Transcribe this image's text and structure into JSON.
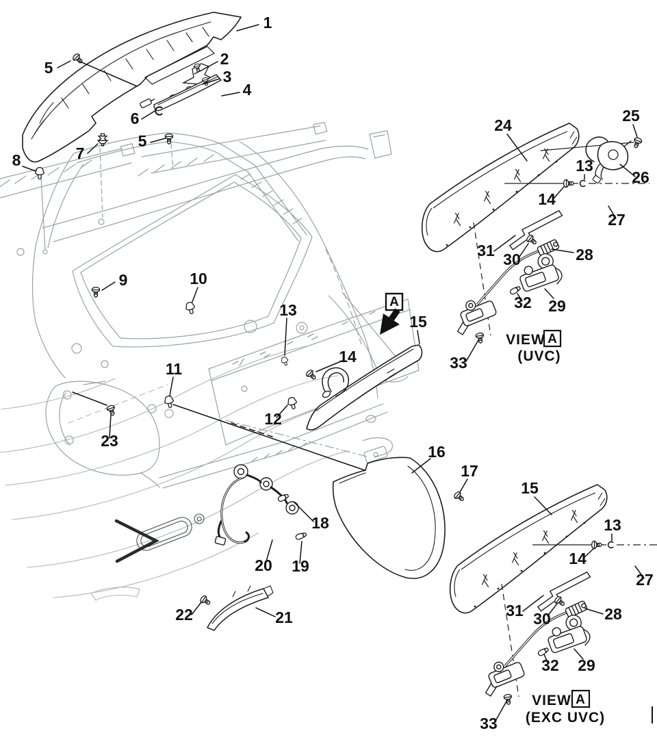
{
  "colors": {
    "ink": "#1c1c1c",
    "vehicle_line": "#9aa0a4",
    "bumper_line": "#b0b4b6",
    "leader": "#111111",
    "background": "#ffffff"
  },
  "callouts": [
    {
      "label": "1"
    },
    {
      "label": "2"
    },
    {
      "label": "3"
    },
    {
      "label": "4"
    },
    {
      "label": "5"
    },
    {
      "label": "5"
    },
    {
      "label": "6"
    },
    {
      "label": "7"
    },
    {
      "label": "8"
    },
    {
      "label": "9"
    },
    {
      "label": "10"
    },
    {
      "label": "11"
    },
    {
      "label": "12"
    },
    {
      "label": "13"
    },
    {
      "label": "14"
    },
    {
      "label": "15"
    },
    {
      "label": "16"
    },
    {
      "label": "17"
    },
    {
      "label": "18"
    },
    {
      "label": "19"
    },
    {
      "label": "20"
    },
    {
      "label": "21"
    },
    {
      "label": "22"
    },
    {
      "label": "23"
    },
    {
      "label": "24"
    },
    {
      "label": "25"
    },
    {
      "label": "26"
    },
    {
      "label": "13"
    },
    {
      "label": "14"
    },
    {
      "label": "27"
    },
    {
      "label": "28"
    },
    {
      "label": "29"
    },
    {
      "label": "30"
    },
    {
      "label": "31"
    },
    {
      "label": "32"
    },
    {
      "label": "33"
    },
    {
      "label": "15"
    },
    {
      "label": "13"
    },
    {
      "label": "14"
    },
    {
      "label": "27"
    },
    {
      "label": "28"
    },
    {
      "label": "29"
    },
    {
      "label": "30"
    },
    {
      "label": "31"
    },
    {
      "label": "32"
    },
    {
      "label": "33"
    }
  ],
  "views": [
    {
      "word": "VIEW",
      "letter": "A",
      "variant": "(UVC)"
    },
    {
      "word": "VIEW",
      "letter": "A",
      "variant": "(EXC UVC)"
    }
  ],
  "detail_marker": {
    "letter": "A"
  }
}
